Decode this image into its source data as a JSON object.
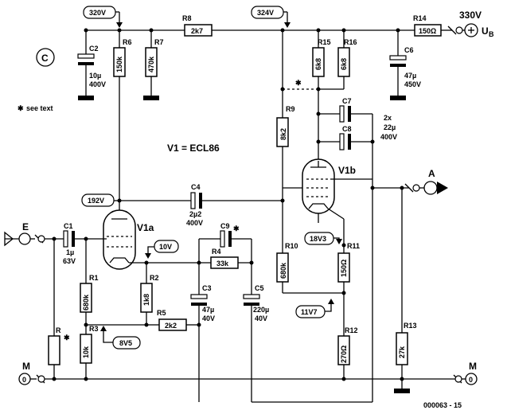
{
  "labels": {
    "v320": "320V",
    "v324": "324V",
    "v330": "330V",
    "ub": "U",
    "ub_sub": "B",
    "c_logo": "C",
    "see_text": "see text",
    "tube_type": "V1 = ECL86",
    "v192": "192V",
    "v10": "10V",
    "v8v5": "8V5",
    "v18v3": "18V3",
    "v11v7": "11V7",
    "v1a": "V1a",
    "v1b": "V1b",
    "in_e": "E",
    "out_a": "A",
    "gnd_left": "M",
    "gnd_right": "M",
    "figure_number": "000063 - 15"
  },
  "resistors": [
    {
      "ref": "R8",
      "value": "2k7"
    },
    {
      "ref": "R14",
      "value": "150Ω"
    },
    {
      "ref": "R6",
      "value": "150k"
    },
    {
      "ref": "R7",
      "value": "470k"
    },
    {
      "ref": "R15",
      "value": "6k8"
    },
    {
      "ref": "R16",
      "value": "6k8"
    },
    {
      "ref": "R9",
      "value": "8k2"
    },
    {
      "ref": "R4",
      "value": "33k"
    },
    {
      "ref": "R1",
      "value": "680k"
    },
    {
      "ref": "R2",
      "value": "1k8"
    },
    {
      "ref": "R3",
      "value": "10k"
    },
    {
      "ref": "R5",
      "value": "2k2"
    },
    {
      "ref": "R10",
      "value": "680k"
    },
    {
      "ref": "R11",
      "value": "150Ω"
    },
    {
      "ref": "R12",
      "value": "270Ω"
    },
    {
      "ref": "R13",
      "value": "27k"
    },
    {
      "ref": "R",
      "value": ""
    }
  ],
  "capacitors": [
    {
      "ref": "C2",
      "value": "10µ",
      "voltage": "400V"
    },
    {
      "ref": "C6",
      "value": "47µ",
      "voltage": "450V"
    },
    {
      "ref": "C7",
      "value": "",
      "voltage": ""
    },
    {
      "ref": "C8",
      "value": "",
      "voltage": ""
    },
    {
      "ref": "C7/C8",
      "value": "2x",
      "value2": "22µ",
      "voltage": "400V"
    },
    {
      "ref": "C4",
      "value": "2µ2",
      "voltage": "400V"
    },
    {
      "ref": "C1",
      "value": "1µ",
      "voltage": "63V"
    },
    {
      "ref": "C9",
      "value": "",
      "voltage": ""
    },
    {
      "ref": "C3",
      "value": "47µ",
      "voltage": "40V"
    },
    {
      "ref": "C5",
      "value": "220µ",
      "voltage": "40V"
    }
  ]
}
